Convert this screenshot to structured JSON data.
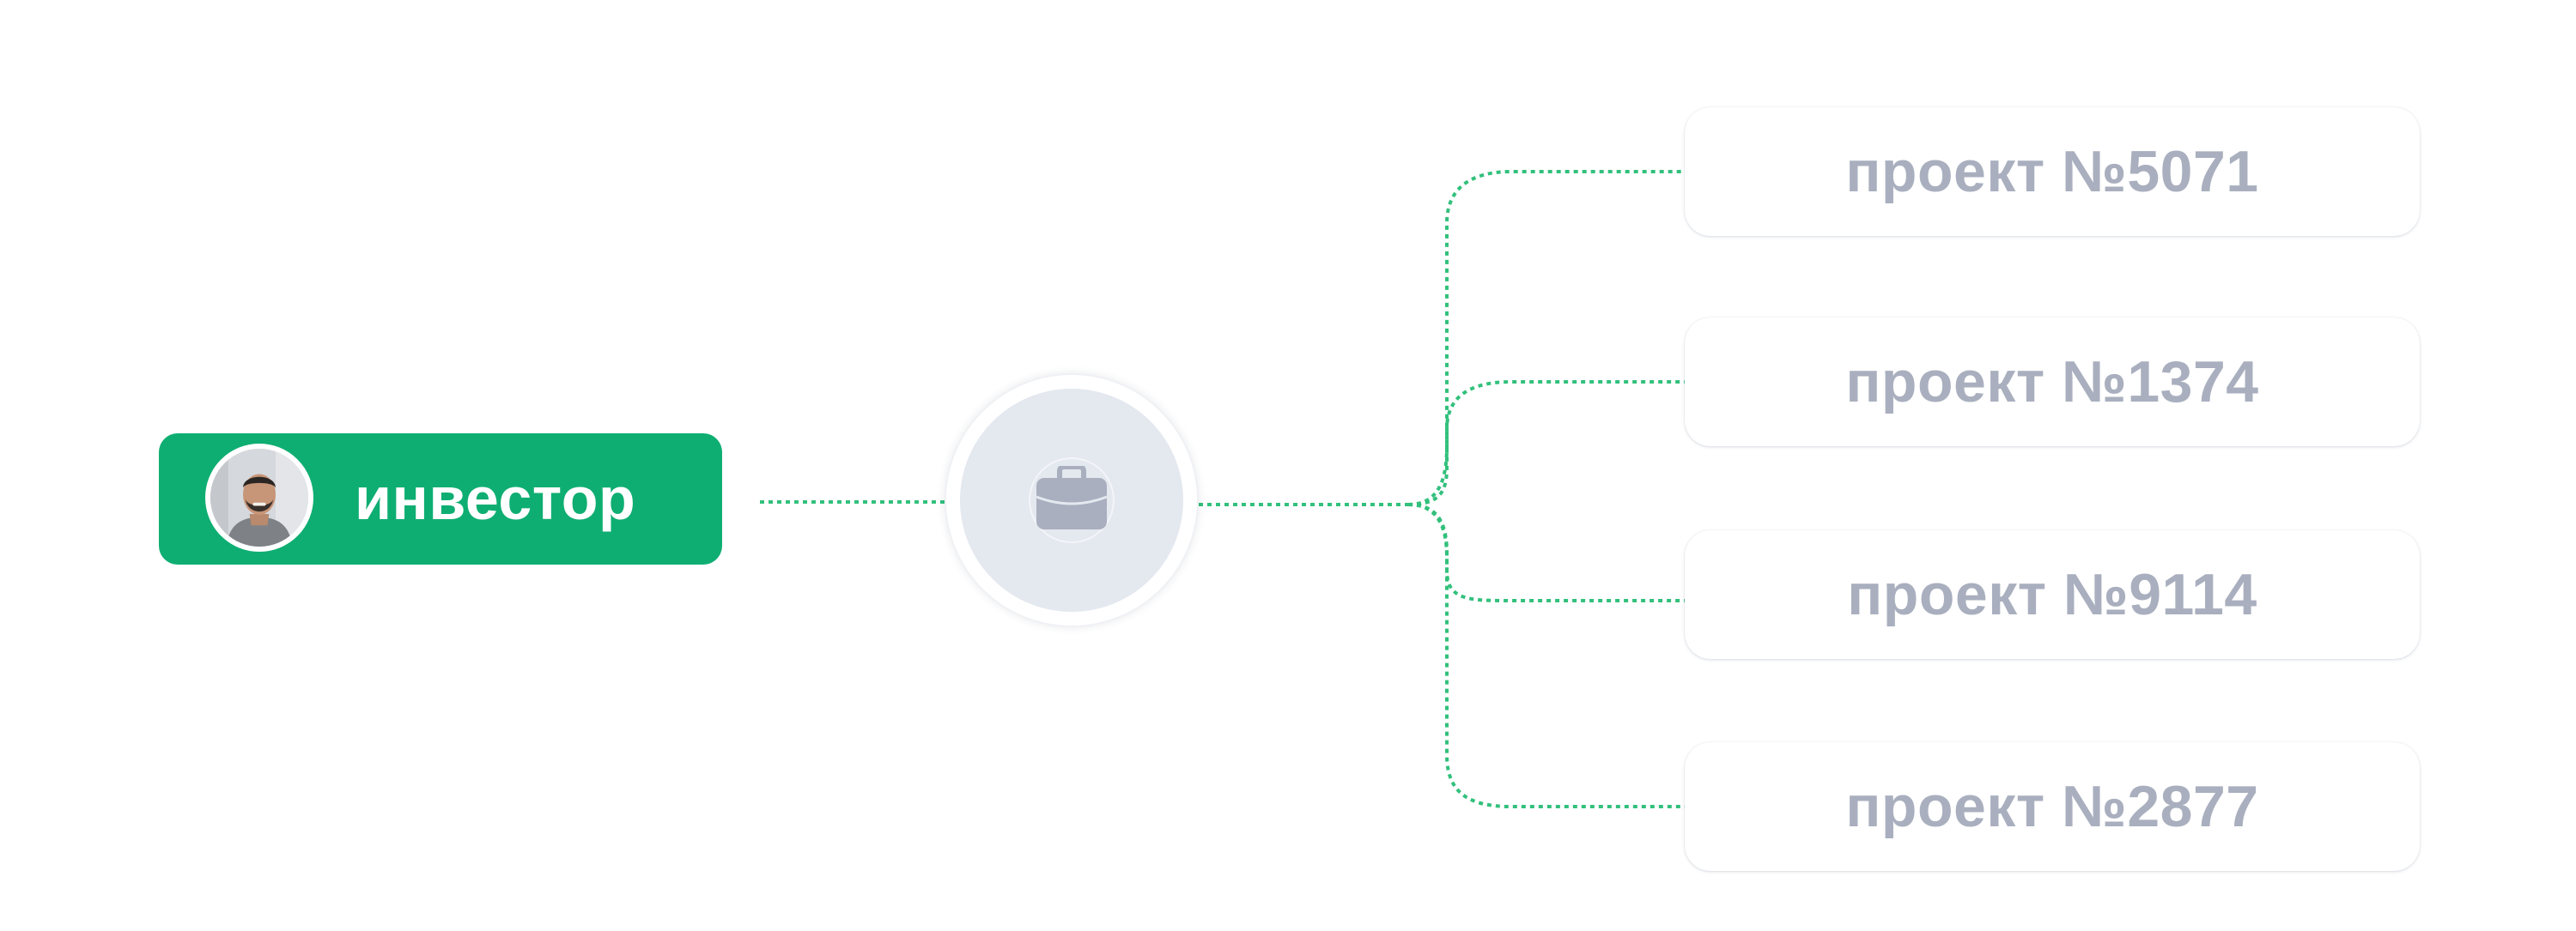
{
  "colors": {
    "investor_bg": "#0eae72",
    "connector": "#32c07c",
    "hub_fill": "#e4e8ef",
    "icon": "#a9afbe",
    "project_text": "#a9afbe"
  },
  "investor": {
    "label": "инвестор",
    "avatar_icon": "person-photo"
  },
  "hub": {
    "icon": "briefcase-icon"
  },
  "projects": [
    {
      "label": "проект №5071"
    },
    {
      "label": "проект №1374"
    },
    {
      "label": "проект №9114"
    },
    {
      "label": "проект №2877"
    }
  ]
}
